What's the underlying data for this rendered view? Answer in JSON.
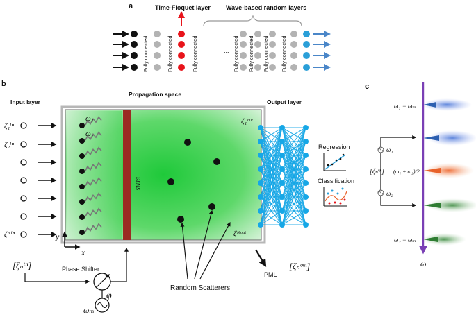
{
  "panel_a": {
    "label": "a",
    "time_floquet_layer": "Time-Floquet layer",
    "wave_random_layers": "Wave-based random layers",
    "fully_connected": "Fully connected",
    "ellipsis": "...",
    "colors": {
      "input": "#111111",
      "hidden": "#b3b3b3",
      "floquet": "#e8141b",
      "output": "#2a9fd8",
      "output_arrow": "#4a86c8"
    }
  },
  "panel_b": {
    "label": "b",
    "input_layer": "Input layer",
    "propagation_space": "Propagation space",
    "output_layer": "Output layer",
    "stms": "STMS",
    "input_symbols": [
      "ζ₁ⁱⁿ",
      "ζ₂ⁱⁿ",
      "ζᴺⁱⁿ"
    ],
    "omega1": "ω₁",
    "omega2": "ω₂",
    "output_symbols": [
      "ζ₁ᵒᵘᵗ",
      "ζᴺᵒᵘᵗ"
    ],
    "y_axis": "y",
    "x_axis": "x",
    "zeta_n_in": "[ζₙⁱⁿ]",
    "phase_shifter": "Phase Shifter",
    "phi": "φ",
    "omega_m": "ωₘ",
    "random_scatterers": "Random Scatterers",
    "pml": "PML",
    "zeta_n_out": "[ζₙᵒᵘᵗ]",
    "regression": "Regression",
    "classification": "Classification",
    "colors": {
      "field": "#39d34a",
      "stms": "#9b2a22",
      "network": "#16a7e6"
    }
  },
  "panel_c": {
    "label": "c",
    "omega1_minus_omegam": "ω₁ − ωₘ",
    "omega1": "ω₁",
    "zeta_n_in": "[ζₙⁱⁿ]",
    "omega_avg": "(ω₁ + ω₂)/2",
    "omega2": "ω₂",
    "omega2_minus_omegam": "ω₂ − ωₘ",
    "omega_axis": "ω",
    "colors": {
      "axis": "#7a3fb5",
      "blue": "#2c5fb0",
      "orange": "#e8622a",
      "green": "#2e7d32"
    }
  }
}
